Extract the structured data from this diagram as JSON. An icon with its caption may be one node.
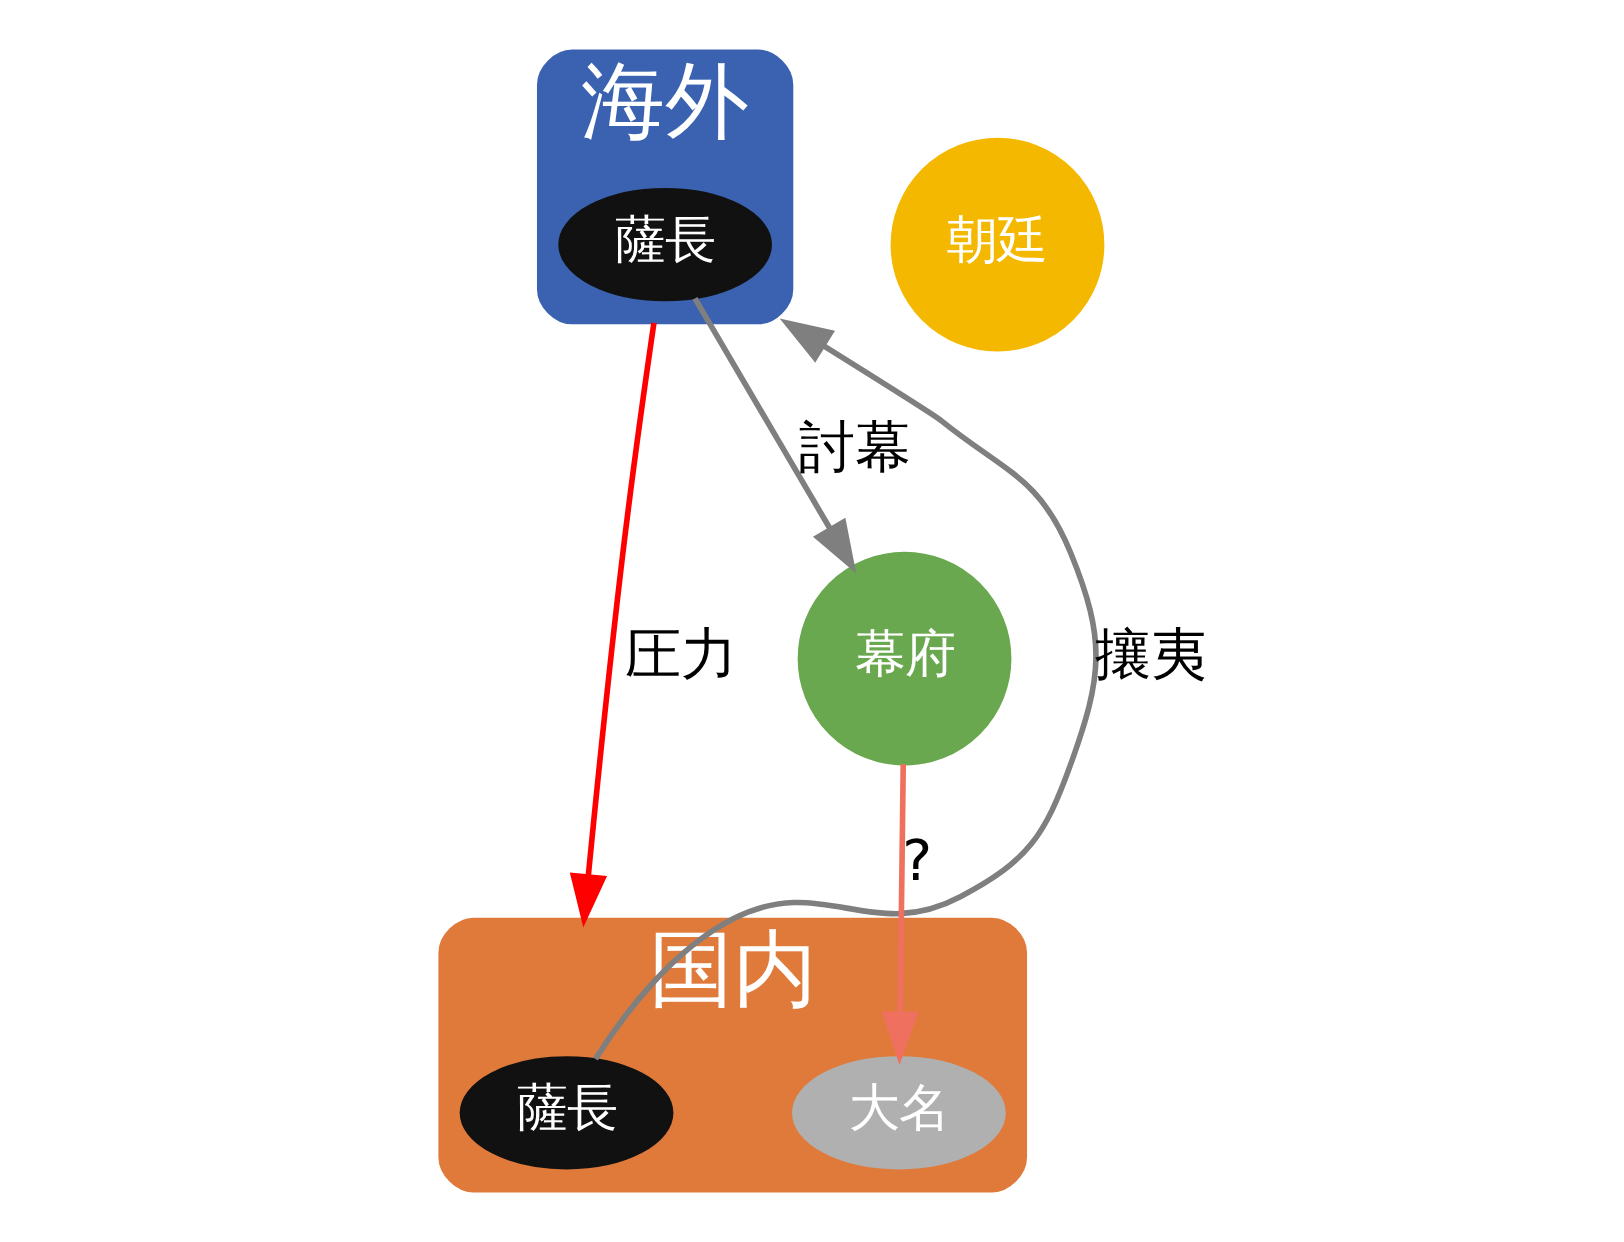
{
  "diagram": {
    "nodes": [
      {
        "text": [
          "海外"
        ]
      },
      {
        "text": [
          "薩長"
        ],
        "in": 0
      },
      {
        "text": [
          "国内"
        ]
      },
      {
        "text": [
          "朝廷"
        ]
      },
      {
        "text": [
          "幕府"
        ]
      },
      {
        "text": [
          "薩長"
        ],
        "in": 2
      },
      {
        "text": [
          "大名"
        ],
        "in": 2
      }
    ],
    "edges": [
      {
        "from": 0,
        "to": 2,
        "arrow": "to",
        "label": "圧力",
        "color": "#ff0000"
      },
      {
        "from": 5,
        "to": 0,
        "arrow": "to",
        "label": "攘夷",
        "color": "#7f7f7f"
      },
      {
        "from": 1,
        "to": 4,
        "arrow": "to",
        "label": "討幕",
        "color": "#7f7f7f"
      },
      {
        "from": 4,
        "to": 6,
        "arrow": "to",
        "label": "?",
        "color": "#f07060"
      }
    ]
  }
}
